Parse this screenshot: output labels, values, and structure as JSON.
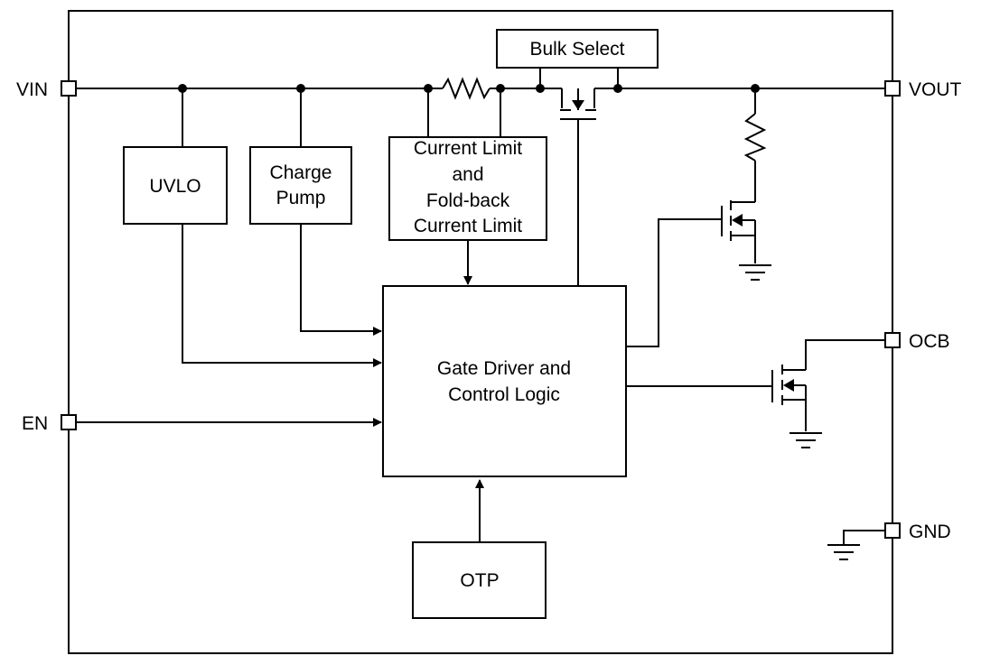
{
  "pins": {
    "vin": "VIN",
    "vout": "VOUT",
    "en": "EN",
    "ocb": "OCB",
    "gnd": "GND"
  },
  "blocks": {
    "bulk_select": "Bulk Select",
    "uvlo": "UVLO",
    "charge_pump": [
      "Charge",
      "Pump"
    ],
    "current_limit": [
      "Current Limit",
      "and",
      "Fold-back",
      "Current Limit"
    ],
    "gate_driver": [
      "Gate Driver and",
      "Control Logic"
    ],
    "otp": "OTP"
  }
}
